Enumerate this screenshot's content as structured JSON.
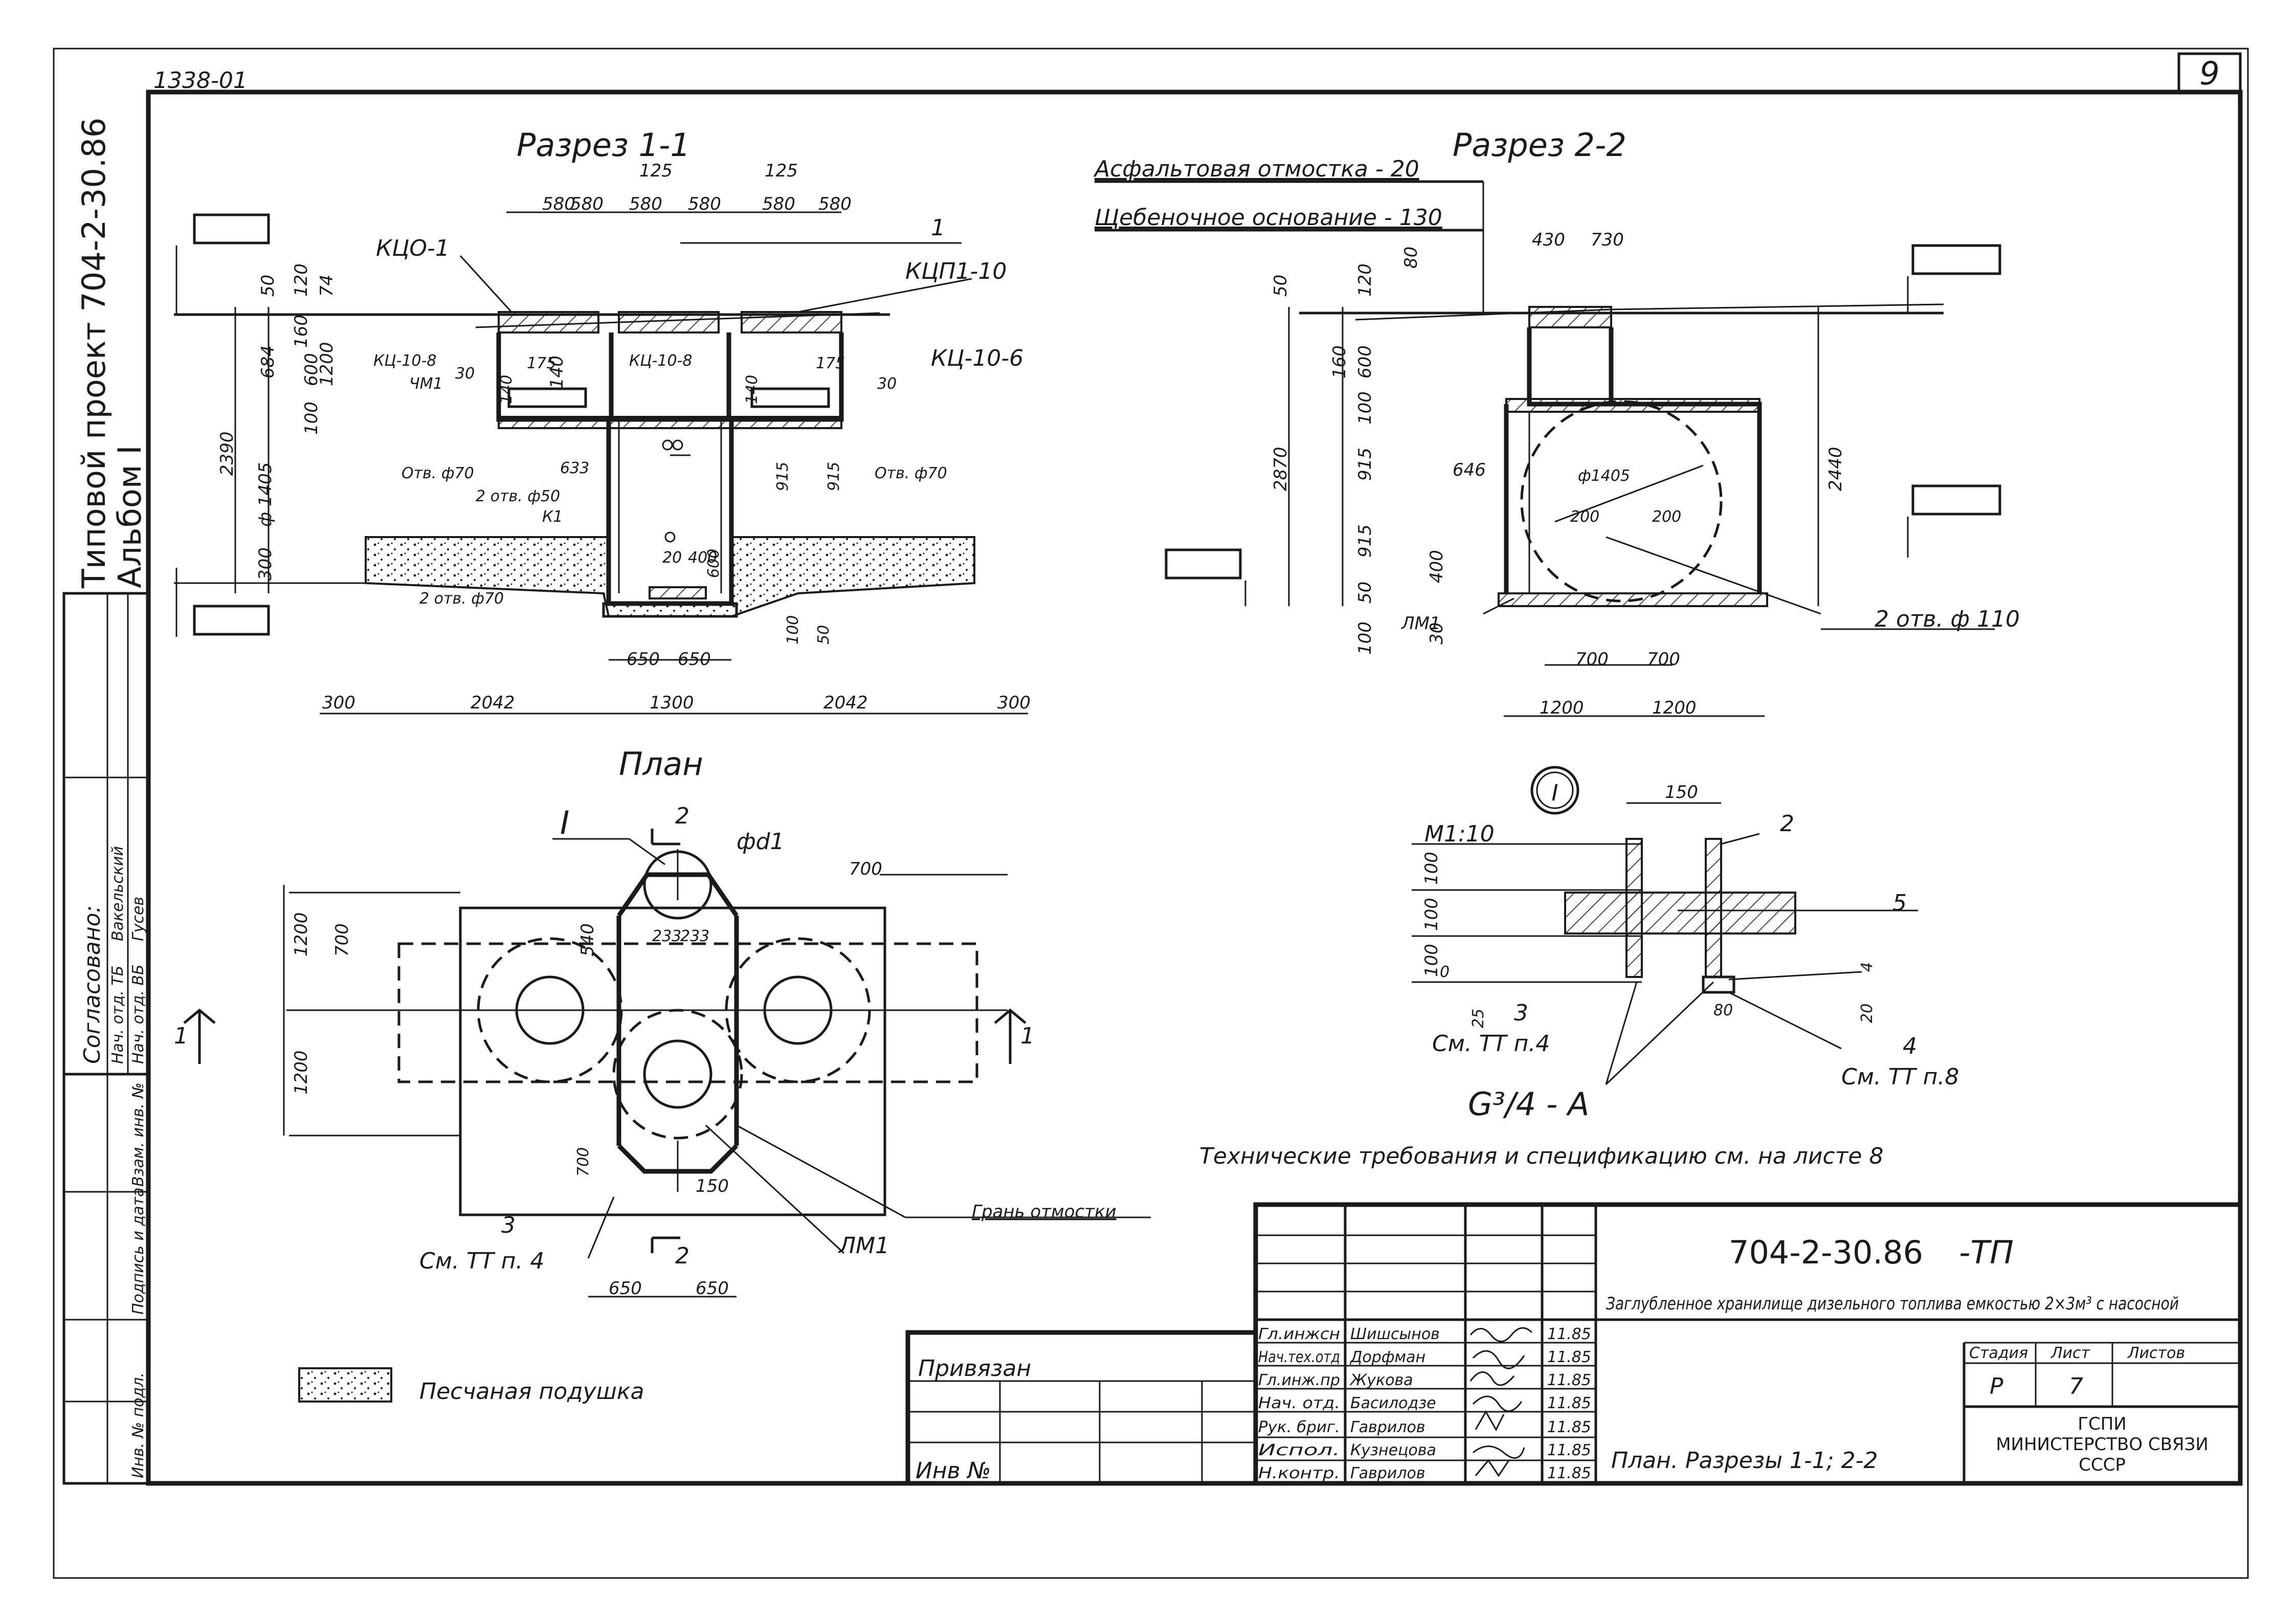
{
  "sheet": {
    "number": "9",
    "code_topleft": "1338-01",
    "project_vertical": "Типовой проект 704-2-30.86",
    "album_vertical": "Альбом I"
  },
  "sections": {
    "section11": {
      "title": "Разрез 1-1",
      "labels": [
        "КЦО-1",
        "КЦП1-10",
        "КЦ-10-8",
        "КЦ-10-8",
        "КЦ-10-6",
        "ЧМ1",
        "Отв. ф70",
        "2 отв. ф50",
        "К1",
        "Отв. ф70",
        "2 отв. ф70",
        "1"
      ],
      "top_dims": [
        "580",
        "580",
        "125",
        "580",
        "580",
        "125",
        "580",
        "580"
      ],
      "left_dims": [
        "50",
        "120",
        "74",
        "160",
        "684",
        "1200",
        "600",
        "140",
        "100",
        "2390",
        "ф 1405",
        "300"
      ],
      "inner_dims": [
        "175",
        "175",
        "30",
        "30",
        "140",
        "140",
        "633",
        "915",
        "915",
        "20",
        "400",
        "600",
        "100",
        "50"
      ],
      "bottom_dims": [
        "300",
        "2042",
        "650",
        "650",
        "1300",
        "2042",
        "300"
      ]
    },
    "section22": {
      "title": "Разрез 2-2",
      "note1": "Асфальтовая отмостка - 20",
      "note2": "Щебеночное основание - 130",
      "labels": [
        "ЛМ1",
        "2 отв. ф 110",
        "ф1405"
      ],
      "top_dims": [
        "430",
        "730"
      ],
      "left_dims": [
        "50",
        "120",
        "80",
        "160",
        "600",
        "100",
        "915",
        "2870",
        "915",
        "400",
        "50",
        "100",
        "30"
      ],
      "right_dims": [
        "2440"
      ],
      "inner_dims": [
        "646",
        "200",
        "200"
      ],
      "bottom_dims": [
        "700",
        "700",
        "1200",
        "1200"
      ]
    },
    "plan": {
      "title": "План",
      "dims": [
        "700",
        "1200",
        "700",
        "540",
        "1200",
        "700",
        "233",
        "233",
        "150",
        "650",
        "650"
      ],
      "labels": [
        "I",
        "2",
        "фd1",
        "1",
        "1",
        "3",
        "См. ТТ п. 4",
        "2",
        "ЛМ1",
        "Грань отмостки"
      ]
    },
    "detail": {
      "marker": "I",
      "scale": "М1:10",
      "dims": [
        "150",
        "100",
        "100",
        "100",
        "0",
        "25",
        "80",
        "4",
        "20"
      ],
      "labels": [
        "2",
        "5",
        "3",
        "См. ТТ п.4",
        "4",
        "См. ТТ п.8",
        "G³/4 - A"
      ]
    }
  },
  "legend": {
    "sand": "Песчаная подушка"
  },
  "notes": {
    "tech_req": "Технические требования и спецификацию см. на листе 8"
  },
  "side_stamp": {
    "agreed": "Согласовано:",
    "rows": [
      {
        "role": "Нач. отд. ТБ",
        "name": "Вакельский"
      },
      {
        "role": "Нач. отд. ВБ",
        "name": "Гусев"
      }
    ],
    "fields": [
      "Взам. инв. №",
      "Подпись и дата",
      "Инв. № подл."
    ]
  },
  "binding": {
    "label": "Привязан",
    "inv": "Инв №"
  },
  "title_block": {
    "doc_code": "704-2-30.86",
    "doc_suffix": "-ТП",
    "description": "Заглубленное хранилище дизельного топлива емкостью 2×3м³ с насосной",
    "sheet_title": "План. Разрезы 1-1; 2-2",
    "stage_header": "Стадия",
    "sheet_header": "Лист",
    "sheets_header": "Листов",
    "stage": "Р",
    "sheet_no": "7",
    "org_line1": "ГСПИ",
    "org_line2": "МИНИСТЕРСТВО СВЯЗИ",
    "org_line3": "СССР",
    "people": [
      {
        "role": "Гл.инжсн",
        "name": "Шишсынов",
        "date": "11.85"
      },
      {
        "role": "Нач.тех.отд",
        "name": "Дорфман",
        "date": "11.85"
      },
      {
        "role": "Гл.инж.пр",
        "name": "Жукова",
        "date": "11.85"
      },
      {
        "role": "Нач. отд.",
        "name": "Басилодзе",
        "date": "11.85"
      },
      {
        "role": "Рук. бриг.",
        "name": "Гаврилов",
        "date": "11.85"
      },
      {
        "role": "Испол.",
        "name": "Кузнецова",
        "date": "11.85"
      },
      {
        "role": "Н.контр.",
        "name": "Гаврилов",
        "date": "11.85"
      }
    ]
  }
}
